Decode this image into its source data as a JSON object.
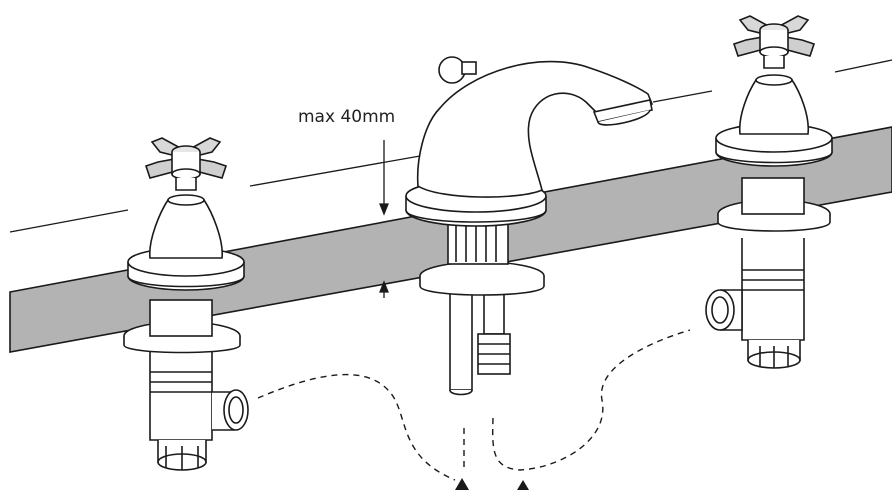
{
  "diagram": {
    "dimension_label": "max 40mm",
    "colors": {
      "line": "#1a1a1a",
      "worktop_fill": "#b3b3b3",
      "background": "#ffffff"
    },
    "components": [
      {
        "id": "left-cold-tap",
        "icon": "cross-handle-tap-valve"
      },
      {
        "id": "spout",
        "icon": "bath-filler-spout"
      },
      {
        "id": "right-hot-tap",
        "icon": "cross-handle-tap-valve"
      },
      {
        "id": "worktop",
        "icon": "countertop-slab"
      },
      {
        "id": "flexible-hoses",
        "icon": "dashed-hose-route"
      },
      {
        "id": "supply-arrows",
        "icon": "up-arrow-icon"
      }
    ]
  }
}
